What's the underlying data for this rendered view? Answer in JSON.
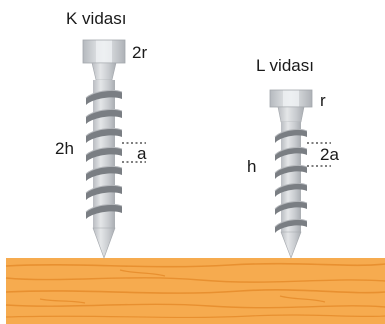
{
  "screw_k": {
    "title": "K vidası",
    "head_label": "2r",
    "length_label": "2h",
    "pitch_label": "a"
  },
  "screw_l": {
    "title": "L vidası",
    "head_label": "r",
    "length_label": "h",
    "pitch_label": "2a"
  },
  "colors": {
    "screw_metal": "#c9ccd0",
    "screw_highlight": "#e6e8ea",
    "thread": "#6d7075",
    "thread_light": "#a7abb0",
    "wood": "#f5a94a",
    "wood_grain": "#e88b2a",
    "dotted_line": "#333333"
  }
}
